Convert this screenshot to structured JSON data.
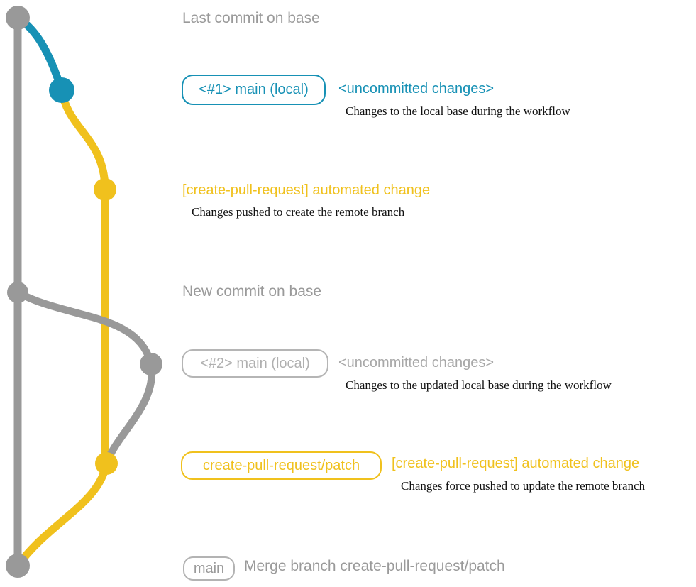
{
  "colors": {
    "gray": "#999999",
    "gray_light": "#b3b3b3",
    "gray_text": "#9a9a9a",
    "blue": "#1791b5",
    "yellow": "#f0c11d",
    "desc_text": "#111111"
  },
  "sections": {
    "last_commit": {
      "caption": "Last commit on base"
    },
    "local1": {
      "badge": "<#1> main (local)",
      "title": "<uncommitted changes>",
      "desc": "Changes to the local base during the workflow"
    },
    "auto1": {
      "title": "[create-pull-request] automated change",
      "desc": "Changes pushed to create the remote branch"
    },
    "new_commit": {
      "caption": "New commit on base"
    },
    "local2": {
      "badge": "<#2> main (local)",
      "title": "<uncommitted changes>",
      "desc": "Changes to the updated local base during the workflow"
    },
    "patch": {
      "badge": "create-pull-request/patch",
      "title": "[create-pull-request] automated change",
      "desc": "Changes force pushed to update the remote branch"
    },
    "merge": {
      "badge": "main",
      "caption": "Merge branch create-pull-request/patch"
    }
  }
}
